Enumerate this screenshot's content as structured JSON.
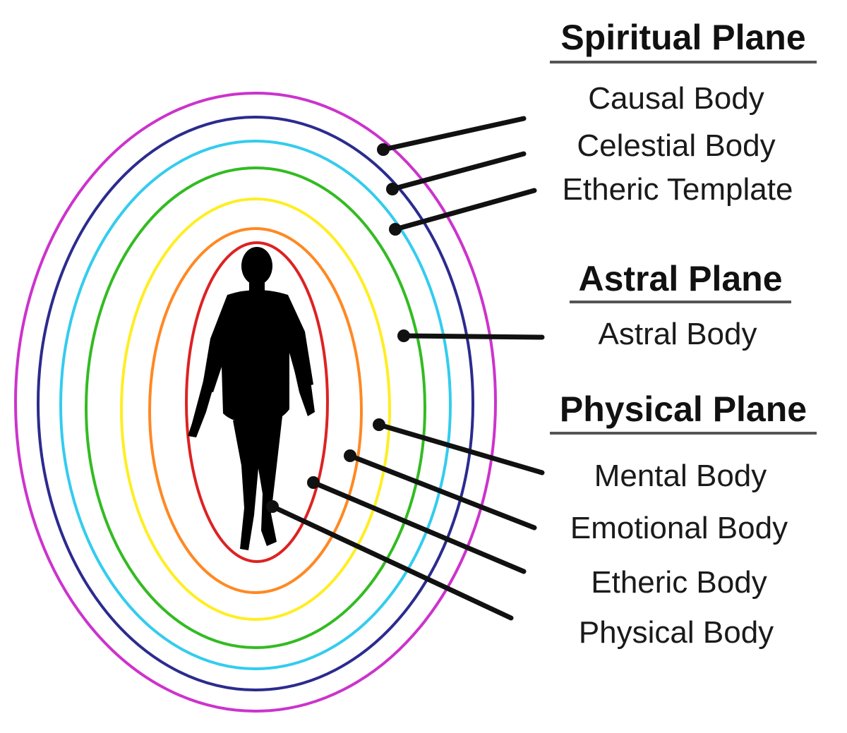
{
  "headings": {
    "spiritual": "Spiritual Plane",
    "astral": "Astral Plane",
    "physical": "Physical Plane"
  },
  "bodies": {
    "causal": "Causal Body",
    "celestial": "Celestial Body",
    "etheric_template": "Etheric Template",
    "astral": "Astral Body",
    "mental": "Mental Body",
    "emotional": "Emotional Body",
    "etheric": "Etheric Body",
    "physical": "Physical Body"
  },
  "colors": {
    "outer_ring": "#cc33cc",
    "ring_2": "#2b2b8f",
    "ring_3": "#33ccee",
    "ring_4": "#33bb22",
    "ring_5": "#ffee22",
    "ring_6": "#ff8822",
    "inner_ring": "#dd2222",
    "silhouette": "#000000",
    "leader_lines": "#111111"
  }
}
